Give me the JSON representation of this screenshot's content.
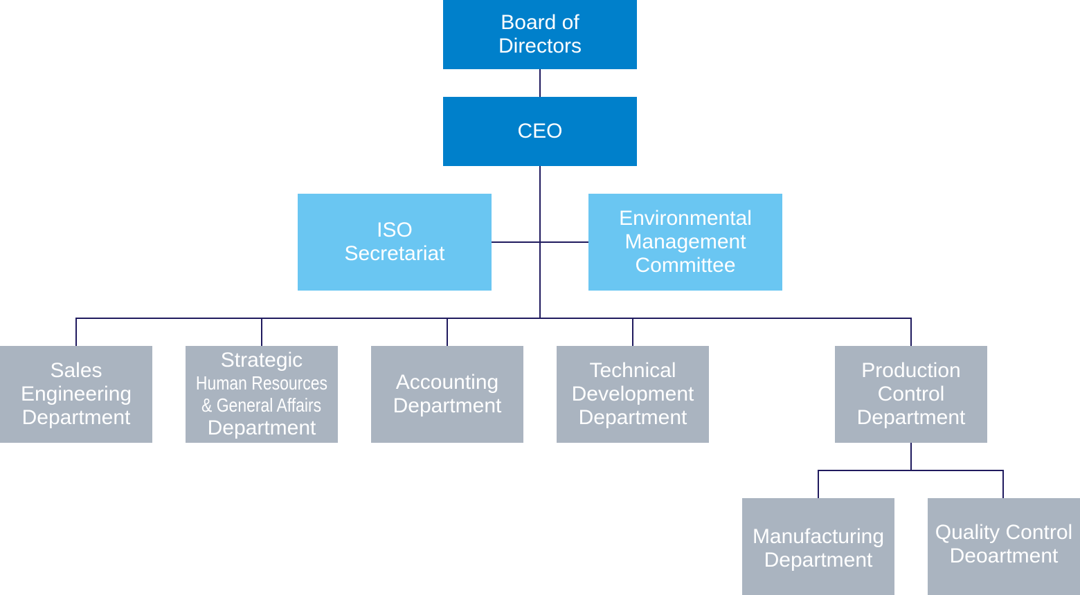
{
  "colors": {
    "executive": "#0080cb",
    "committee": "#6ac6f2",
    "department": "#aab4c0",
    "connector": "#1f1a5e"
  },
  "nodes": {
    "board": [
      "Board of",
      "Directors"
    ],
    "ceo": [
      "CEO"
    ],
    "iso": [
      "ISO",
      "Secretariat"
    ],
    "environmental": [
      "Environmental",
      "Management",
      "Committee"
    ],
    "sales": [
      "Sales",
      "Engineering",
      "Department"
    ],
    "strategic": [
      "Strategic",
      "Human Resources",
      "& General Affairs",
      "Department"
    ],
    "accounting": [
      "Accounting",
      "Department"
    ],
    "technical": [
      "Technical",
      "Development",
      "Department"
    ],
    "production": [
      "Production",
      "Control",
      "Department"
    ],
    "manufacturing": [
      "Manufacturing",
      "Department"
    ],
    "quality": [
      "Quality Control",
      "Deoartment"
    ]
  }
}
